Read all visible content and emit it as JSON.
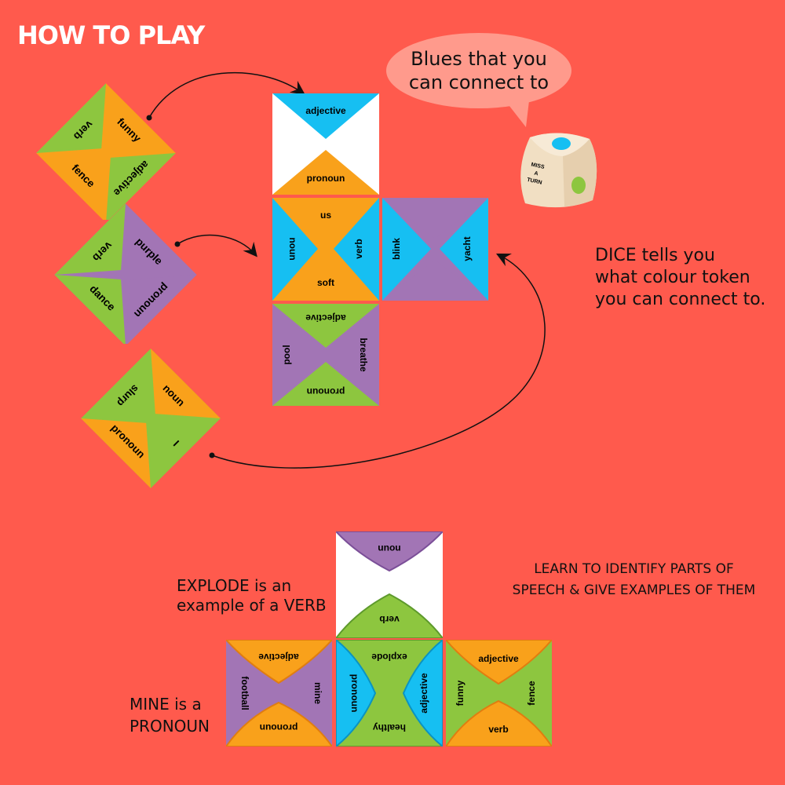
{
  "page": {
    "title": "HOW TO PLAY",
    "bubble_line1": "Blues that you",
    "bubble_line2": "can connect to",
    "dice_line1": "DICE tells you",
    "dice_line2": "what colour token",
    "dice_line3": "you can connect to.",
    "learn_line1": "LEARN TO IDENTIFY PARTS OF",
    "learn_line2": "SPEECH & GIVE EXAMPLES OF THEM",
    "explode_line1": "EXPLODE is an",
    "explode_line2": "example  of a VERB",
    "mine_line1": "MINE is a",
    "mine_line2": "PRONOUN"
  },
  "dice": {
    "face_line1": "MISS",
    "face_line2": "A",
    "face_line3": "TURN"
  },
  "loose_tiles": {
    "t1": {
      "top": "verb",
      "right": "funny",
      "bottom": "adjective",
      "left": "fence"
    },
    "t2": {
      "top": "verb",
      "right": "purple",
      "bottom": "pronoun",
      "left": "dance"
    },
    "t3": {
      "top": "slurp",
      "right": "noun",
      "bottom": "I",
      "left": "pronoun"
    }
  },
  "board_tiles": {
    "c1": {
      "top": "adjective",
      "bottom": "pronoun"
    },
    "c2": {
      "top": "us",
      "right": "verb",
      "bottom": "soft",
      "left": "noun"
    },
    "c3": {
      "right": "yacht",
      "left": "blink"
    },
    "c4": {
      "top": "adjective",
      "right": "breathe",
      "bottom": "pronoun",
      "left": "pool"
    }
  },
  "example_tiles": {
    "b1": {
      "top": "noun",
      "bottom": "verb"
    },
    "b2": {
      "top": "adjective",
      "right": "mine",
      "bottom": "pronoun",
      "left": "football"
    },
    "b3": {
      "top": "explode",
      "right": "adjective",
      "bottom": "healthy",
      "left": "pronoun"
    },
    "b4": {
      "top": "adjective",
      "right": "fence",
      "bottom": "verb",
      "left": "funny"
    }
  },
  "colors": {
    "background": "#ff5a4d",
    "orange": "#f9a11b",
    "green": "#8dc63f",
    "purple": "#a275b5",
    "blue": "#16bff2",
    "white": "#ffffff"
  }
}
